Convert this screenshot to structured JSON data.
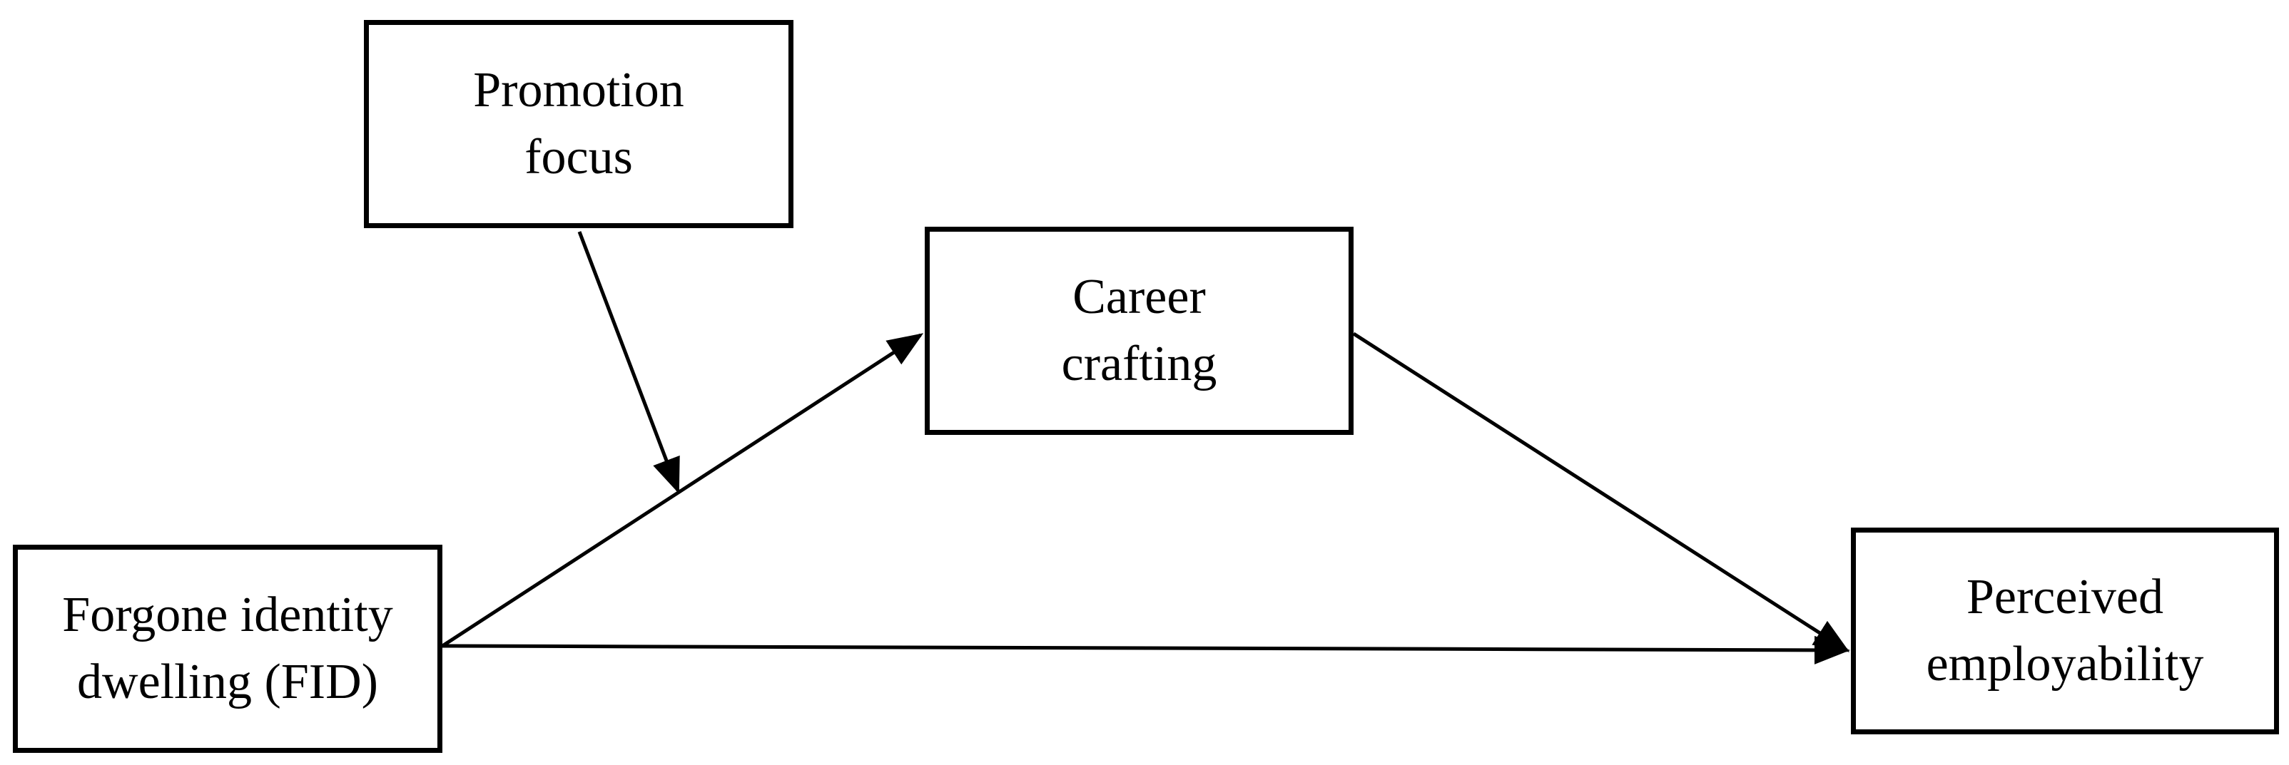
{
  "diagram": {
    "nodes": {
      "promotion_focus": {
        "line1": "Promotion",
        "line2": "focus"
      },
      "career_crafting": {
        "line1": "Career",
        "line2": "crafting"
      },
      "fid": {
        "line1": "Forgone identity",
        "line2": "dwelling (FID)"
      },
      "perceived_employability": {
        "line1": "Perceived",
        "line2": "employability"
      }
    },
    "colors": {
      "stroke": "#000000",
      "background": "#ffffff"
    }
  }
}
